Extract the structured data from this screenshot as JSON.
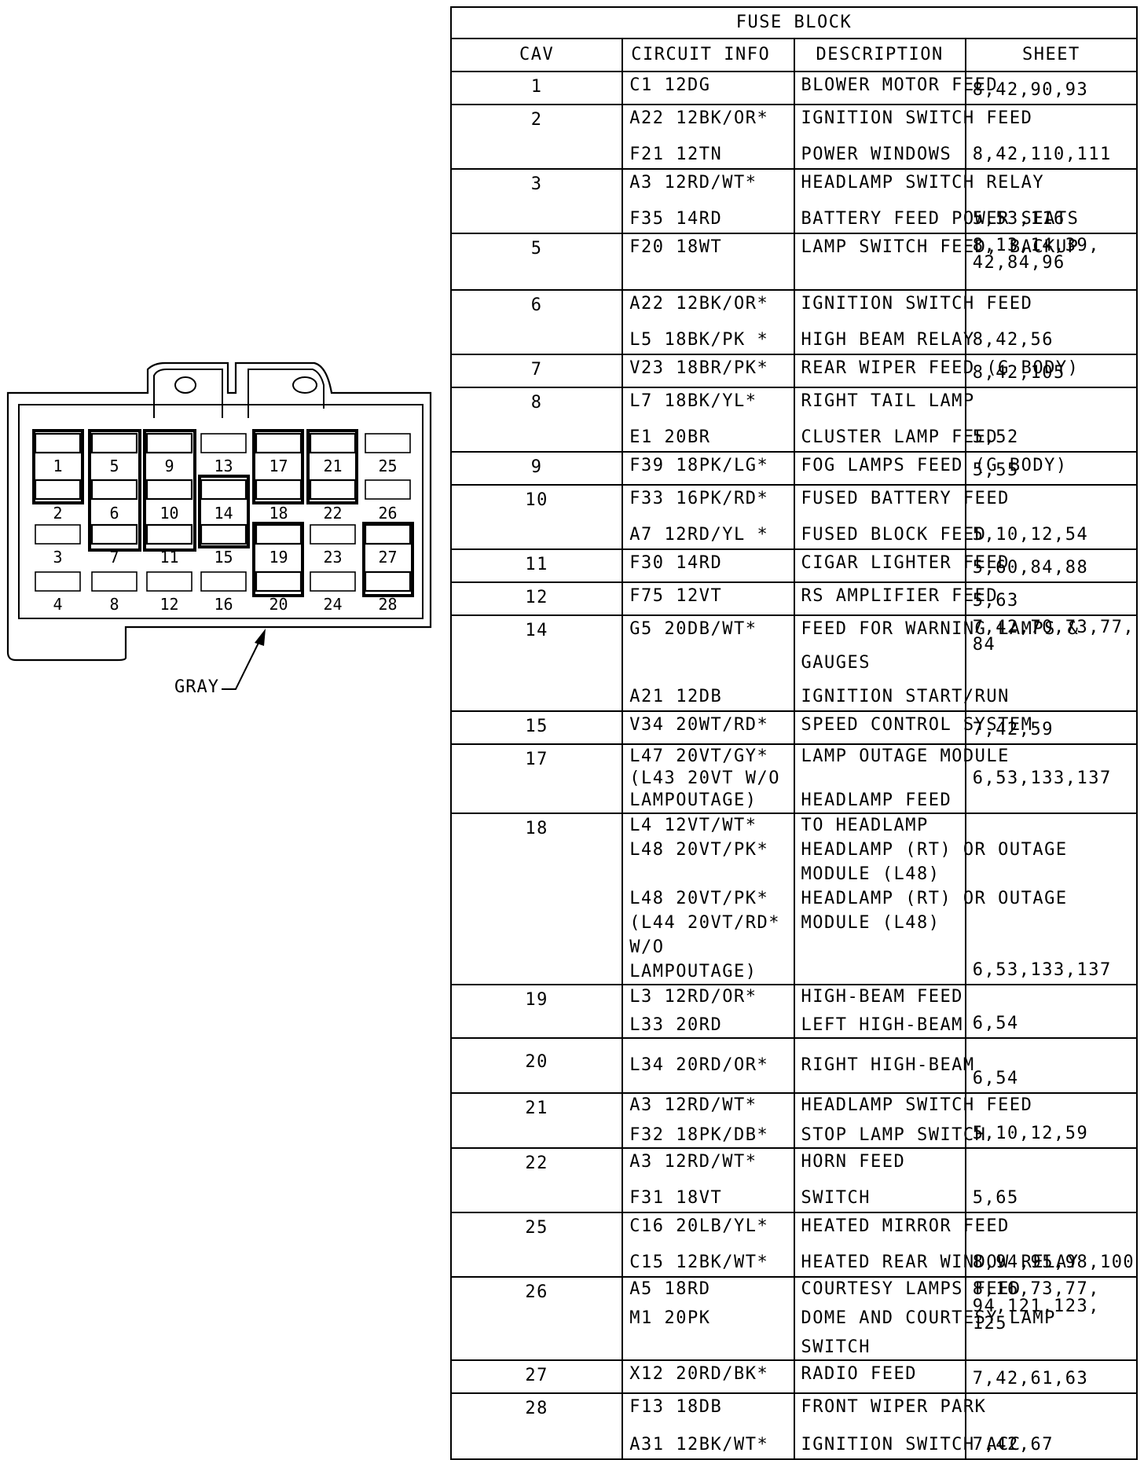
{
  "connector": {
    "label": "GRAY",
    "cavities": [
      "1",
      "2",
      "3",
      "4",
      "5",
      "6",
      "7",
      "8",
      "9",
      "10",
      "11",
      "12",
      "13",
      "14",
      "15",
      "16",
      "17",
      "18",
      "19",
      "20",
      "21",
      "22",
      "23",
      "24",
      "25",
      "26",
      "27",
      "28"
    ]
  },
  "table": {
    "title": "FUSE BLOCK",
    "headers": {
      "cav": "CAV",
      "circuit": "CIRCUIT INFO",
      "description": "DESCRIPTION",
      "sheet": "SHEET"
    },
    "rows": [
      {
        "cav": "1",
        "circuits": [
          "C1 12DG"
        ],
        "descriptions": [
          "BLOWER MOTOR FEED"
        ],
        "sheet": [
          "8,42,90,93"
        ],
        "h": 40
      },
      {
        "cav": "2",
        "circuits": [
          "A22 12BK/OR*",
          "F21 12TN"
        ],
        "descriptions": [
          "IGNITION SWITCH FEED",
          "POWER WINDOWS"
        ],
        "sheet": [
          "8,42,110,111"
        ],
        "h": 80
      },
      {
        "cav": "3",
        "circuits": [
          "A3 12RD/WT*",
          "F35 14RD"
        ],
        "descriptions": [
          "HEADLAMP SWITCH RELAY",
          "BATTERY FEED POWER SEATS"
        ],
        "sheet": [
          "5,53,116"
        ],
        "h": 80
      },
      {
        "cav": "5",
        "circuits": [
          "F20 18WT"
        ],
        "descriptions": [
          "LAMP SWITCH FEED, BACKUP"
        ],
        "sheet": [
          "8,13,14,39,",
          "42,84,96"
        ],
        "h": 70,
        "sheet_pos": "top"
      },
      {
        "cav": "6",
        "circuits": [
          "A22 12BK/OR*",
          "L5 18BK/PK *"
        ],
        "descriptions": [
          "IGNITION SWITCH FEED",
          "HIGH BEAM RELAY"
        ],
        "sheet": [
          "8,42,56"
        ],
        "h": 80
      },
      {
        "cav": "7",
        "circuits": [
          "V23 18BR/PK*"
        ],
        "descriptions": [
          "REAR WIPER FEED (G BODY)"
        ],
        "sheet": [
          "8,42,105"
        ],
        "h": 40
      },
      {
        "cav": "8",
        "circuits": [
          "L7 18BK/YL*",
          "E1 20BR"
        ],
        "descriptions": [
          "RIGHT TAIL LAMP",
          "CLUSTER LAMP FEED"
        ],
        "sheet": [
          "5,52"
        ],
        "h": 80
      },
      {
        "cav": "9",
        "circuits": [
          "F39 18PK/LG*"
        ],
        "descriptions": [
          "FOG LAMPS FEED (G BODY)"
        ],
        "sheet": [
          "5,55"
        ],
        "h": 40
      },
      {
        "cav": "10",
        "circuits": [
          "F33 16PK/RD*",
          "A7 12RD/YL *"
        ],
        "descriptions": [
          "FUSED BATTERY FEED",
          "FUSED BLOCK FEED"
        ],
        "sheet": [
          "5,10,12,54"
        ],
        "h": 80
      },
      {
        "cav": "11",
        "circuits": [
          "F30 14RD"
        ],
        "descriptions": [
          "CIGAR LIGHTER FEED"
        ],
        "sheet": [
          "5,60,84,88"
        ],
        "h": 40
      },
      {
        "cav": "12",
        "circuits": [
          "F75 12VT"
        ],
        "descriptions": [
          "RS AMPLIFIER FEED"
        ],
        "sheet": [
          "5,63"
        ],
        "h": 40
      },
      {
        "cav": "14",
        "circuits": [
          "G5 20DB/WT*",
          "",
          "A21 12DB"
        ],
        "descriptions": [
          "FEED FOR WARNING LAMPS &",
          "GAUGES",
          "IGNITION START/RUN"
        ],
        "sheet": [
          "7,42,70,73,77,",
          "84"
        ],
        "h": 120,
        "sheet_pos": "top"
      },
      {
        "cav": "15",
        "circuits": [
          "V34 20WT/RD*"
        ],
        "descriptions": [
          "SPEED CONTROL SYSTEM"
        ],
        "sheet": [
          "7,42,59"
        ],
        "h": 40
      },
      {
        "cav": "17",
        "circuits": [
          "L47 20VT/GY*",
          "(L43 20VT W/O",
          "LAMPOUTAGE)"
        ],
        "descriptions": [
          "LAMP OUTAGE MODULE",
          "",
          "HEADLAMP FEED"
        ],
        "sheet": [
          "6,53,133,137"
        ],
        "h": 86,
        "sheet_pos": "mid",
        "tight": true
      },
      {
        "cav": "18",
        "circuits": [
          "L4 12VT/WT*",
          "L48 20VT/PK*",
          "",
          "L48 20VT/PK*",
          "(L44 20VT/RD*",
          "W/O",
          "LAMPOUTAGE)"
        ],
        "descriptions": [
          "TO HEADLAMP",
          "HEADLAMP (RT) OR OUTAGE",
          "MODULE (L48)",
          "HEADLAMP (RT) OR OUTAGE",
          "MODULE (L48)",
          "",
          ""
        ],
        "sheet": [
          "6,53,133,137"
        ],
        "h": 216,
        "tight": true
      },
      {
        "cav": "19",
        "circuits": [
          "L3 12RD/OR*",
          "L33 20RD"
        ],
        "descriptions": [
          "HIGH-BEAM FEED",
          "LEFT HIGH-BEAM"
        ],
        "sheet": [
          "6,54"
        ],
        "h": 66,
        "tight": true
      },
      {
        "cav": "20",
        "circuits": [
          "L34 20RD/OR*"
        ],
        "descriptions": [
          "RIGHT HIGH-BEAM"
        ],
        "sheet": [
          "6,54"
        ],
        "h": 68,
        "center": true
      },
      {
        "cav": "21",
        "circuits": [
          "A3 12RD/WT*",
          "F32 18PK/DB*"
        ],
        "descriptions": [
          "HEADLAMP SWITCH FEED",
          "STOP LAMP SWITCH"
        ],
        "sheet": [
          "5,10,12,59"
        ],
        "h": 68,
        "tight": true
      },
      {
        "cav": "22",
        "circuits": [
          "A3 12RD/WT*",
          "F31 18VT"
        ],
        "descriptions": [
          "HORN FEED",
          "SWITCH"
        ],
        "sheet": [
          "5,65"
        ],
        "h": 80
      },
      {
        "cav": "25",
        "circuits": [
          "C16 20LB/YL*",
          "C15 12BK/WT*"
        ],
        "descriptions": [
          "HEATED MIRROR FEED",
          "HEATED REAR WINDOW RELAY"
        ],
        "sheet": [
          "8,94,95,98,100"
        ],
        "h": 80
      },
      {
        "cav": "26",
        "circuits": [
          "A5 18RD",
          "M1 20PK",
          ""
        ],
        "descriptions": [
          "COURTESY LAMPS FEED",
          "DOME AND COURTESY LAMP",
          "SWITCH"
        ],
        "sheet": [
          "8,16,73,77,",
          "94,121,123,",
          "125"
        ],
        "h": 104,
        "sheet_pos": "top",
        "tight": true
      },
      {
        "cav": "27",
        "circuits": [
          "X12 20RD/BK*"
        ],
        "descriptions": [
          "RADIO FEED"
        ],
        "sheet": [
          "7,42,61,63"
        ],
        "h": 40
      },
      {
        "cav": "28",
        "circuits": [
          "F13 18DB",
          "A31 12BK/WT*"
        ],
        "descriptions": [
          "FRONT WIPER PARK",
          "IGNITION SWITCH ACC"
        ],
        "sheet": [
          "7,42,67"
        ],
        "h": 82
      }
    ]
  }
}
